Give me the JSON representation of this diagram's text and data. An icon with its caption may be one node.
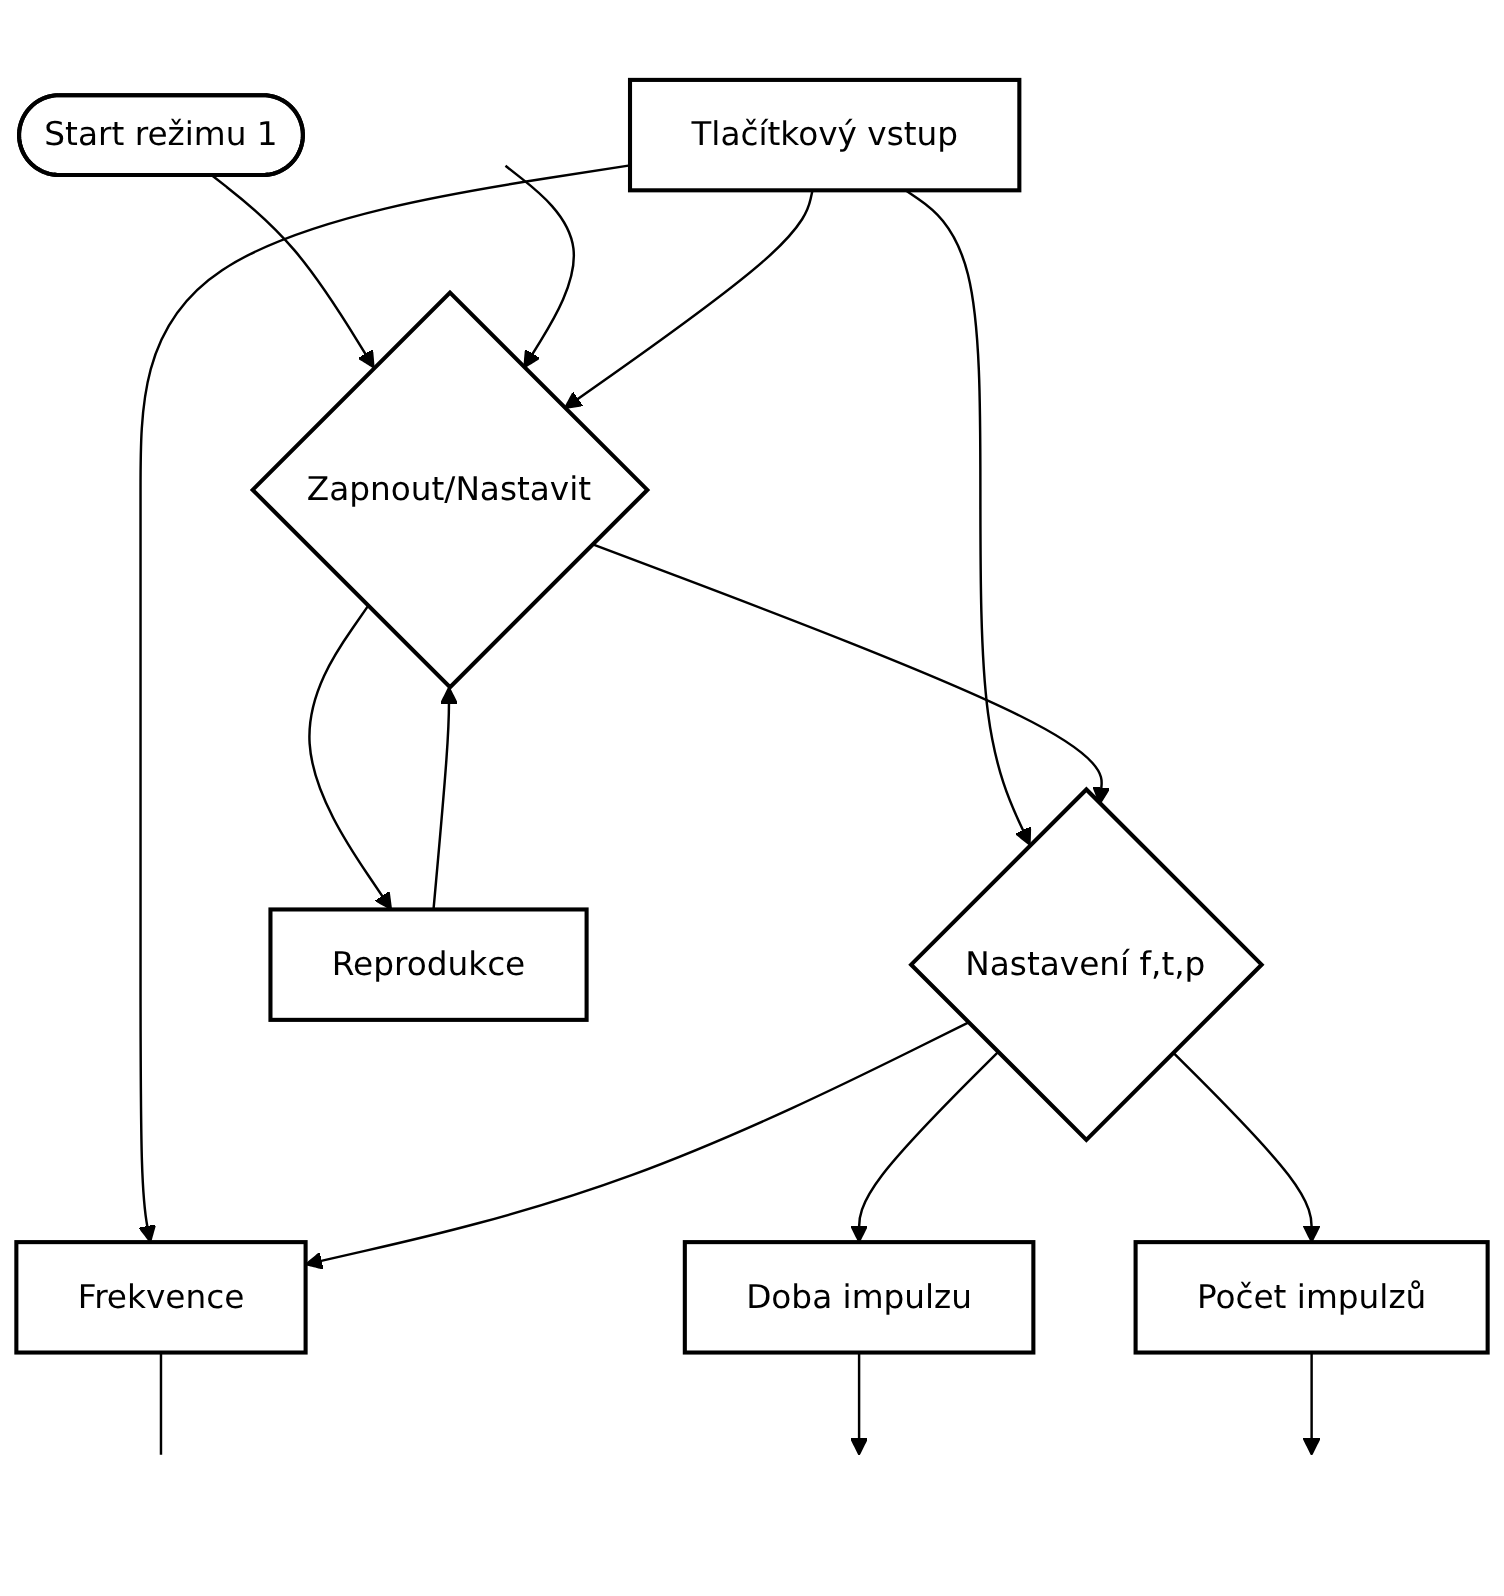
{
  "diagram": {
    "nodes": [
      {
        "text": [
          "Start režimu 1"
        ]
      },
      {
        "text": [
          "Tlačítkový vstup"
        ]
      },
      {
        "text": [
          "Zapnout/Nastavit"
        ]
      },
      {
        "text": [
          "Nastavení f,t,p"
        ]
      },
      {
        "text": [
          "Reprodukce"
        ]
      },
      {
        "text": [
          "Frekvence"
        ]
      },
      {
        "text": [
          "Doba impulzu"
        ]
      },
      {
        "text": [
          "Počet impulzů"
        ]
      }
    ],
    "edges": [
      {
        "from": 0,
        "to": 2,
        "arrow": "to"
      },
      {
        "from": null,
        "to": 2,
        "arrow": "to"
      },
      {
        "from": 4,
        "to": 2,
        "arrow": "to"
      },
      {
        "from": 1,
        "to": 2,
        "arrow": "to"
      },
      {
        "from": 1,
        "to": 3,
        "arrow": "to"
      },
      {
        "from": 1,
        "to": 5,
        "arrow": "to"
      },
      {
        "from": 2,
        "to": 3,
        "arrow": "to"
      },
      {
        "from": 2,
        "to": 4,
        "arrow": "to"
      },
      {
        "from": 3,
        "to": 5,
        "arrow": "to"
      },
      {
        "from": 3,
        "to": 6,
        "arrow": "to"
      },
      {
        "from": 3,
        "to": 7,
        "arrow": "to"
      },
      {
        "from": 5,
        "to": null,
        "arrow": "none"
      },
      {
        "from": 6,
        "to": null,
        "arrow": "to"
      },
      {
        "from": 7,
        "to": null,
        "arrow": "to"
      }
    ]
  }
}
